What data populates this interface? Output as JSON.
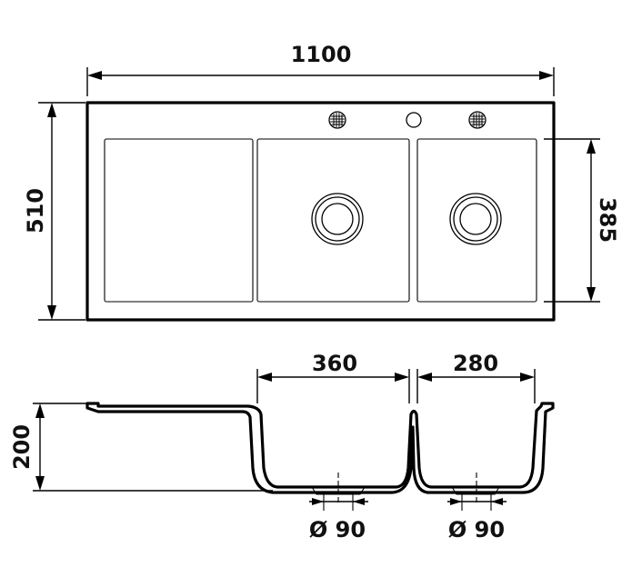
{
  "drawing": {
    "top_view": {
      "overall_width_label": "1100",
      "overall_depth_label": "510",
      "bowl_depth_label": "385"
    },
    "section_view": {
      "large_bowl_width_label": "360",
      "small_bowl_width_label": "280",
      "height_label": "200",
      "left_drain_diameter_label": "Ø 90",
      "right_drain_diameter_label": "Ø 90"
    },
    "icons": [
      "overflow-grille-icon",
      "tap-hole-icon",
      "overflow-grille-icon",
      "drain-icon",
      "drain-icon"
    ]
  }
}
